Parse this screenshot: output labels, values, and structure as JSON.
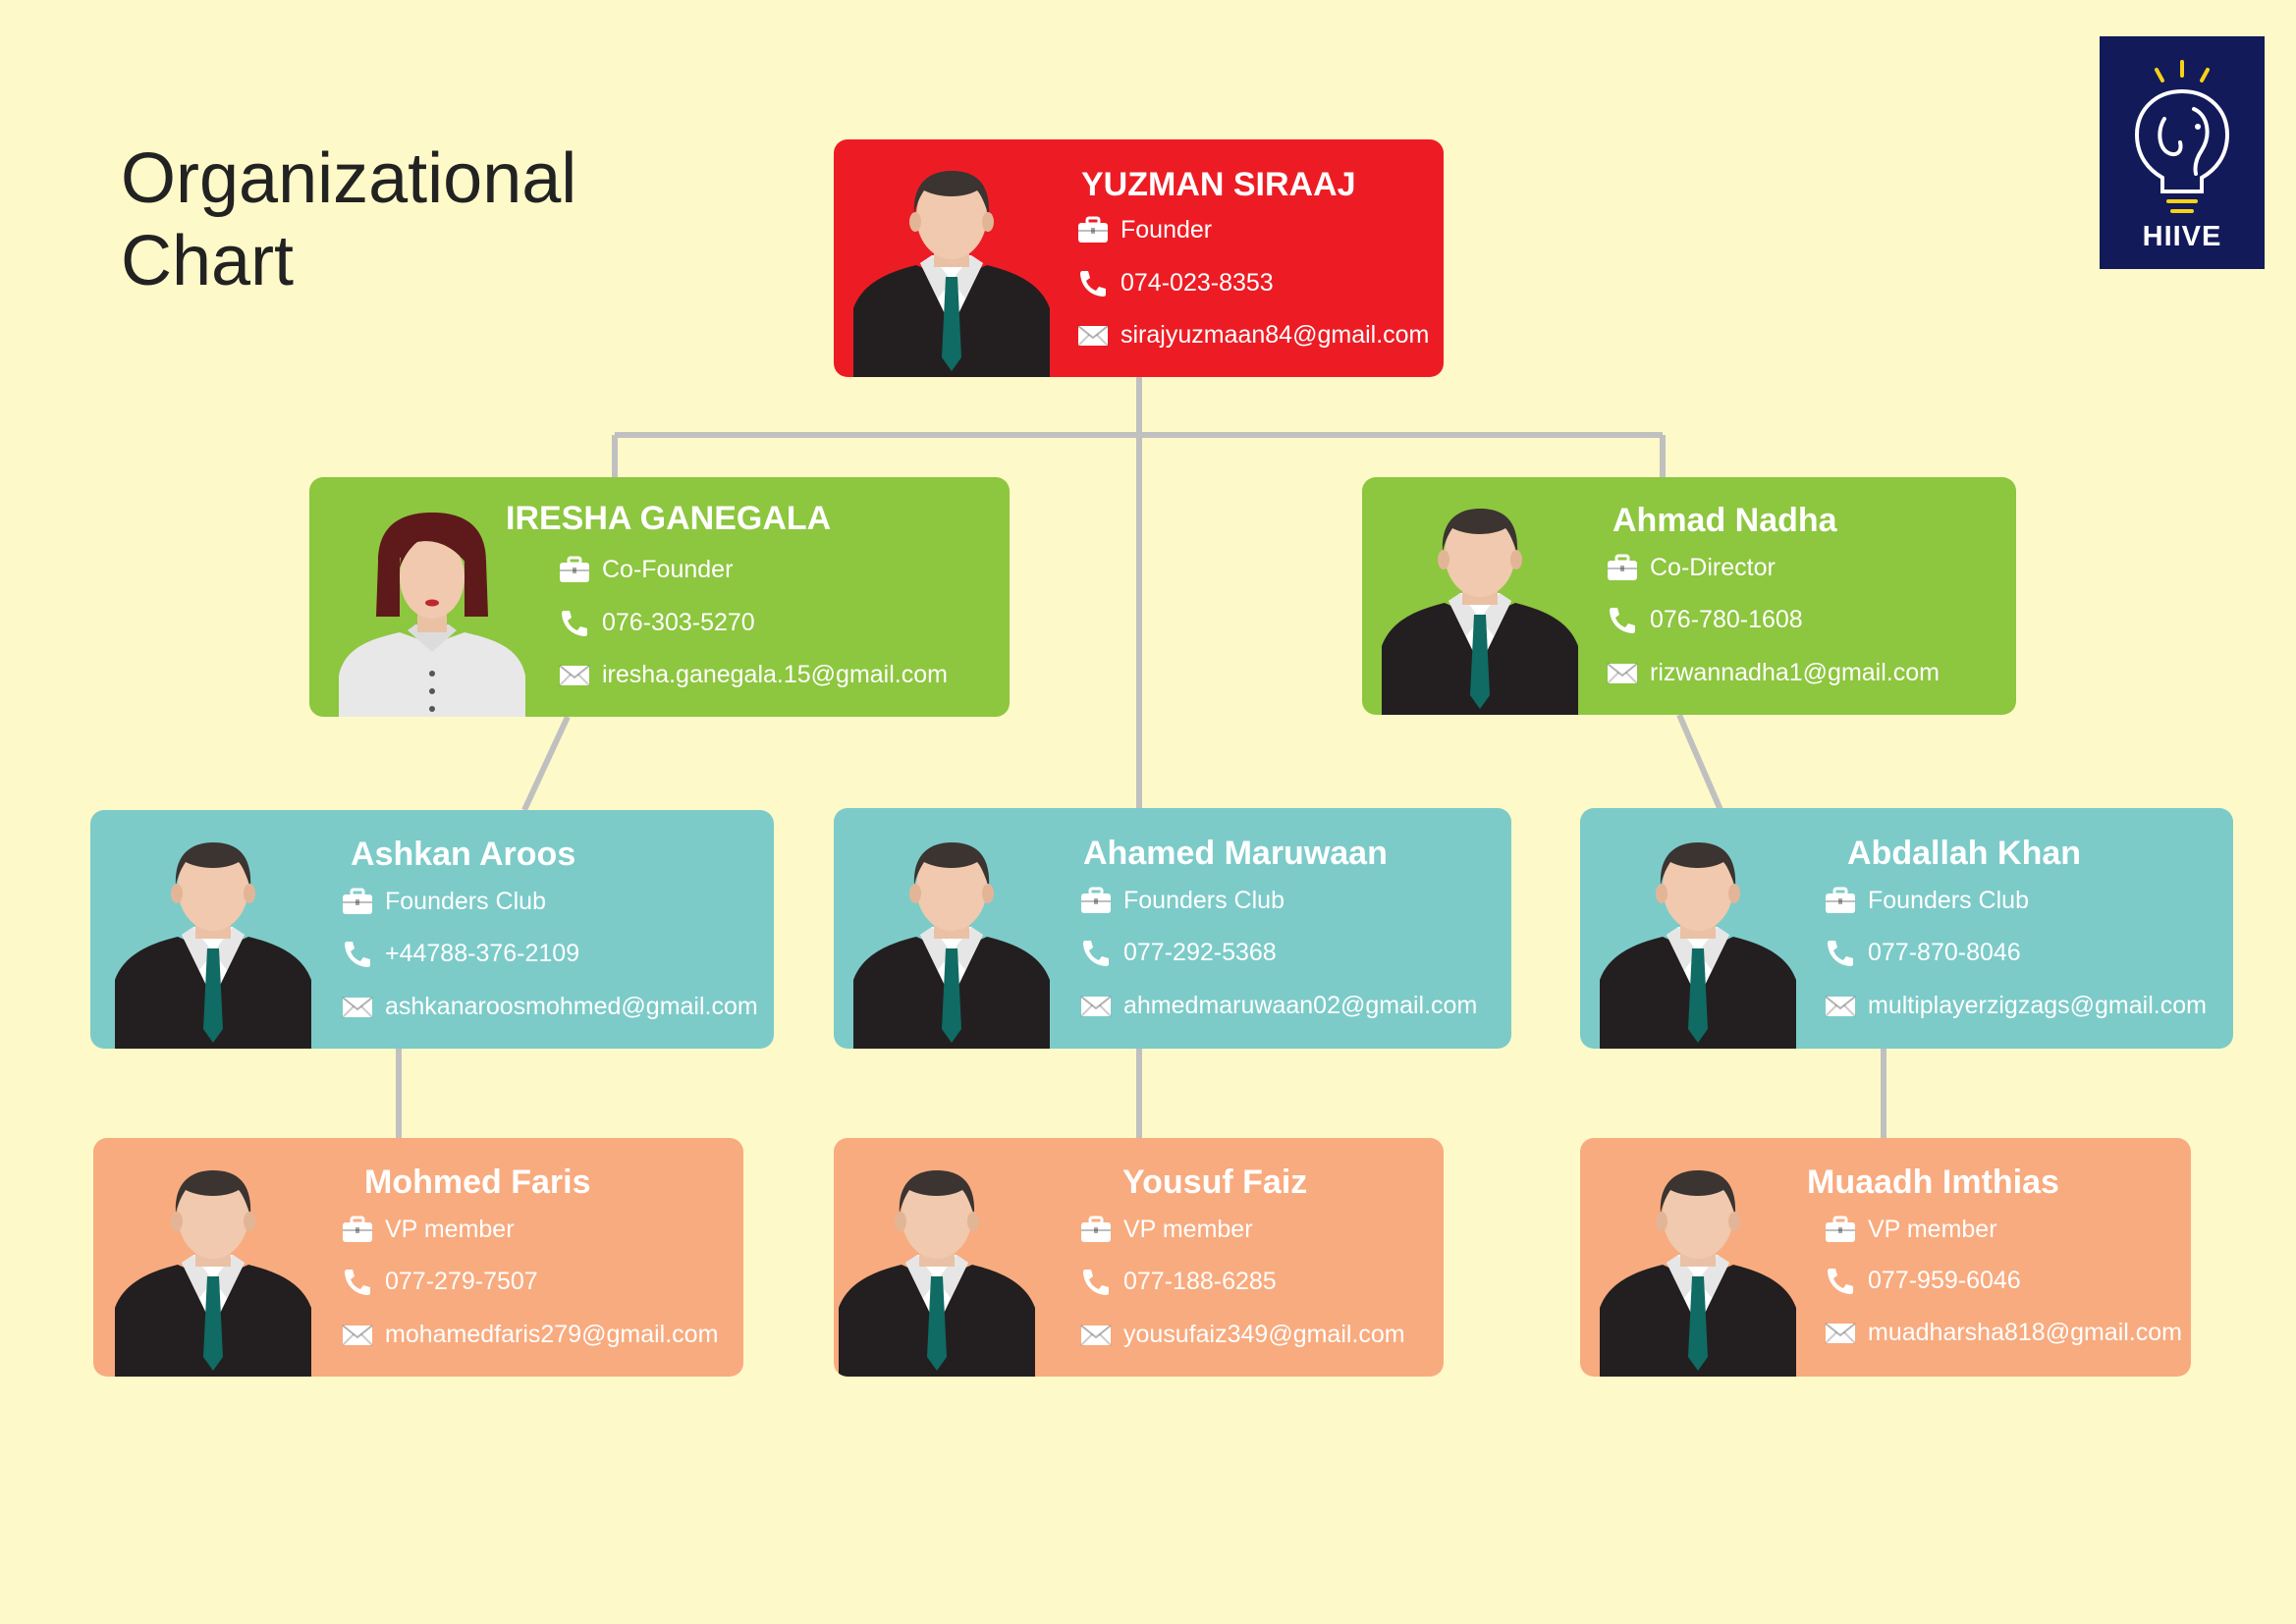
{
  "title": {
    "line1": "Organizational",
    "line2": "Chart"
  },
  "logo": {
    "text": "HIIVE",
    "icon": "elephant-lightbulb-icon"
  },
  "colors": {
    "background": "#fef9c8",
    "founder": "#ed1c24",
    "directors": "#8dc63f",
    "club": "#7ccbc9",
    "vp": "#f8ab7f",
    "connector": "#c0c0c0",
    "logo_bg": "#131a59",
    "logo_accent": "#f7d117"
  },
  "members": [
    {
      "id": "yuzman",
      "name": "YUZMAN SIRAAJ",
      "role": "Founder",
      "phone": "074-023-8353",
      "email": "sirajyuzmaan84@gmail.com",
      "avatar": "male-businessman-icon"
    },
    {
      "id": "iresha",
      "name": "IRESHA GANEGALA",
      "role": "Co-Founder",
      "phone": "076-303-5270",
      "email": "iresha.ganegala.15@gmail.com",
      "avatar": "female-businesswoman-icon"
    },
    {
      "id": "ahmad",
      "name": "Ahmad Nadha",
      "role": "Co-Director",
      "phone": "076-780-1608",
      "email": "rizwannadha1@gmail.com",
      "avatar": "male-businessman-icon"
    },
    {
      "id": "ashkan",
      "name": "Ashkan Aroos",
      "role": "Founders Club",
      "phone": "+44788-376-2109",
      "email": "ashkanaroosmohmed@gmail.com",
      "avatar": "male-businessman-icon"
    },
    {
      "id": "ahamed",
      "name": "Ahamed Maruwaan",
      "role": "Founders Club",
      "phone": "077-292-5368",
      "email": "ahmedmaruwaan02@gmail.com",
      "avatar": "male-businessman-icon"
    },
    {
      "id": "abdallah",
      "name": "Abdallah Khan",
      "role": "Founders Club",
      "phone": "077-870-8046",
      "email": "multiplayerzigzags@gmail.com",
      "avatar": "male-businessman-icon"
    },
    {
      "id": "mohmed",
      "name": "Mohmed Faris",
      "role": "VP member",
      "phone": "077-279-7507",
      "email": "mohamedfaris279@gmail.com",
      "avatar": "male-businessman-icon"
    },
    {
      "id": "yousuf",
      "name": "Yousuf Faiz",
      "role": "VP member",
      "phone": "077-188-6285",
      "email": "yousufaiz349@gmail.com",
      "avatar": "male-businessman-icon"
    },
    {
      "id": "muaadh",
      "name": "Muaadh Imthias",
      "role": "VP member",
      "phone": "077-959-6046",
      "email": "muadharsha818@gmail.com",
      "avatar": "male-businessman-icon"
    }
  ],
  "reports_to": [
    {
      "from": "iresha",
      "to": "yuzman"
    },
    {
      "from": "ahmad",
      "to": "yuzman"
    },
    {
      "from": "ahamed",
      "to": "yuzman"
    },
    {
      "from": "ashkan",
      "to": "iresha"
    },
    {
      "from": "abdallah",
      "to": "ahmad"
    },
    {
      "from": "mohmed",
      "to": "ashkan"
    },
    {
      "from": "yousuf",
      "to": "ahamed"
    },
    {
      "from": "muaadh",
      "to": "abdallah"
    }
  ]
}
